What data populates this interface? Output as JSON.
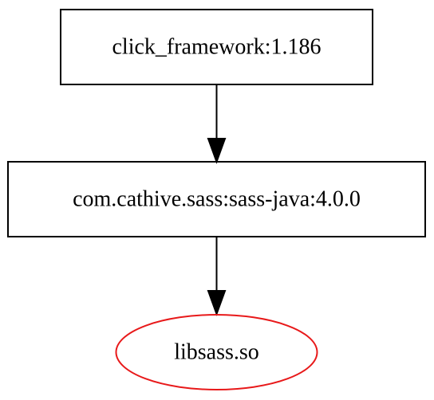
{
  "graph": {
    "nodes": [
      {
        "id": "click_framework",
        "label": "click_framework:1.186",
        "shape": "box",
        "color": "#000000"
      },
      {
        "id": "sass_java",
        "label": "com.cathive.sass:sass-java:4.0.0",
        "shape": "box",
        "color": "#000000"
      },
      {
        "id": "libsass",
        "label": "libsass.so",
        "shape": "ellipse",
        "color": "#e8191a"
      }
    ],
    "edges": [
      {
        "from": "click_framework",
        "to": "sass_java",
        "color": "#000000"
      },
      {
        "from": "sass_java",
        "to": "libsass",
        "color": "#000000"
      }
    ]
  }
}
